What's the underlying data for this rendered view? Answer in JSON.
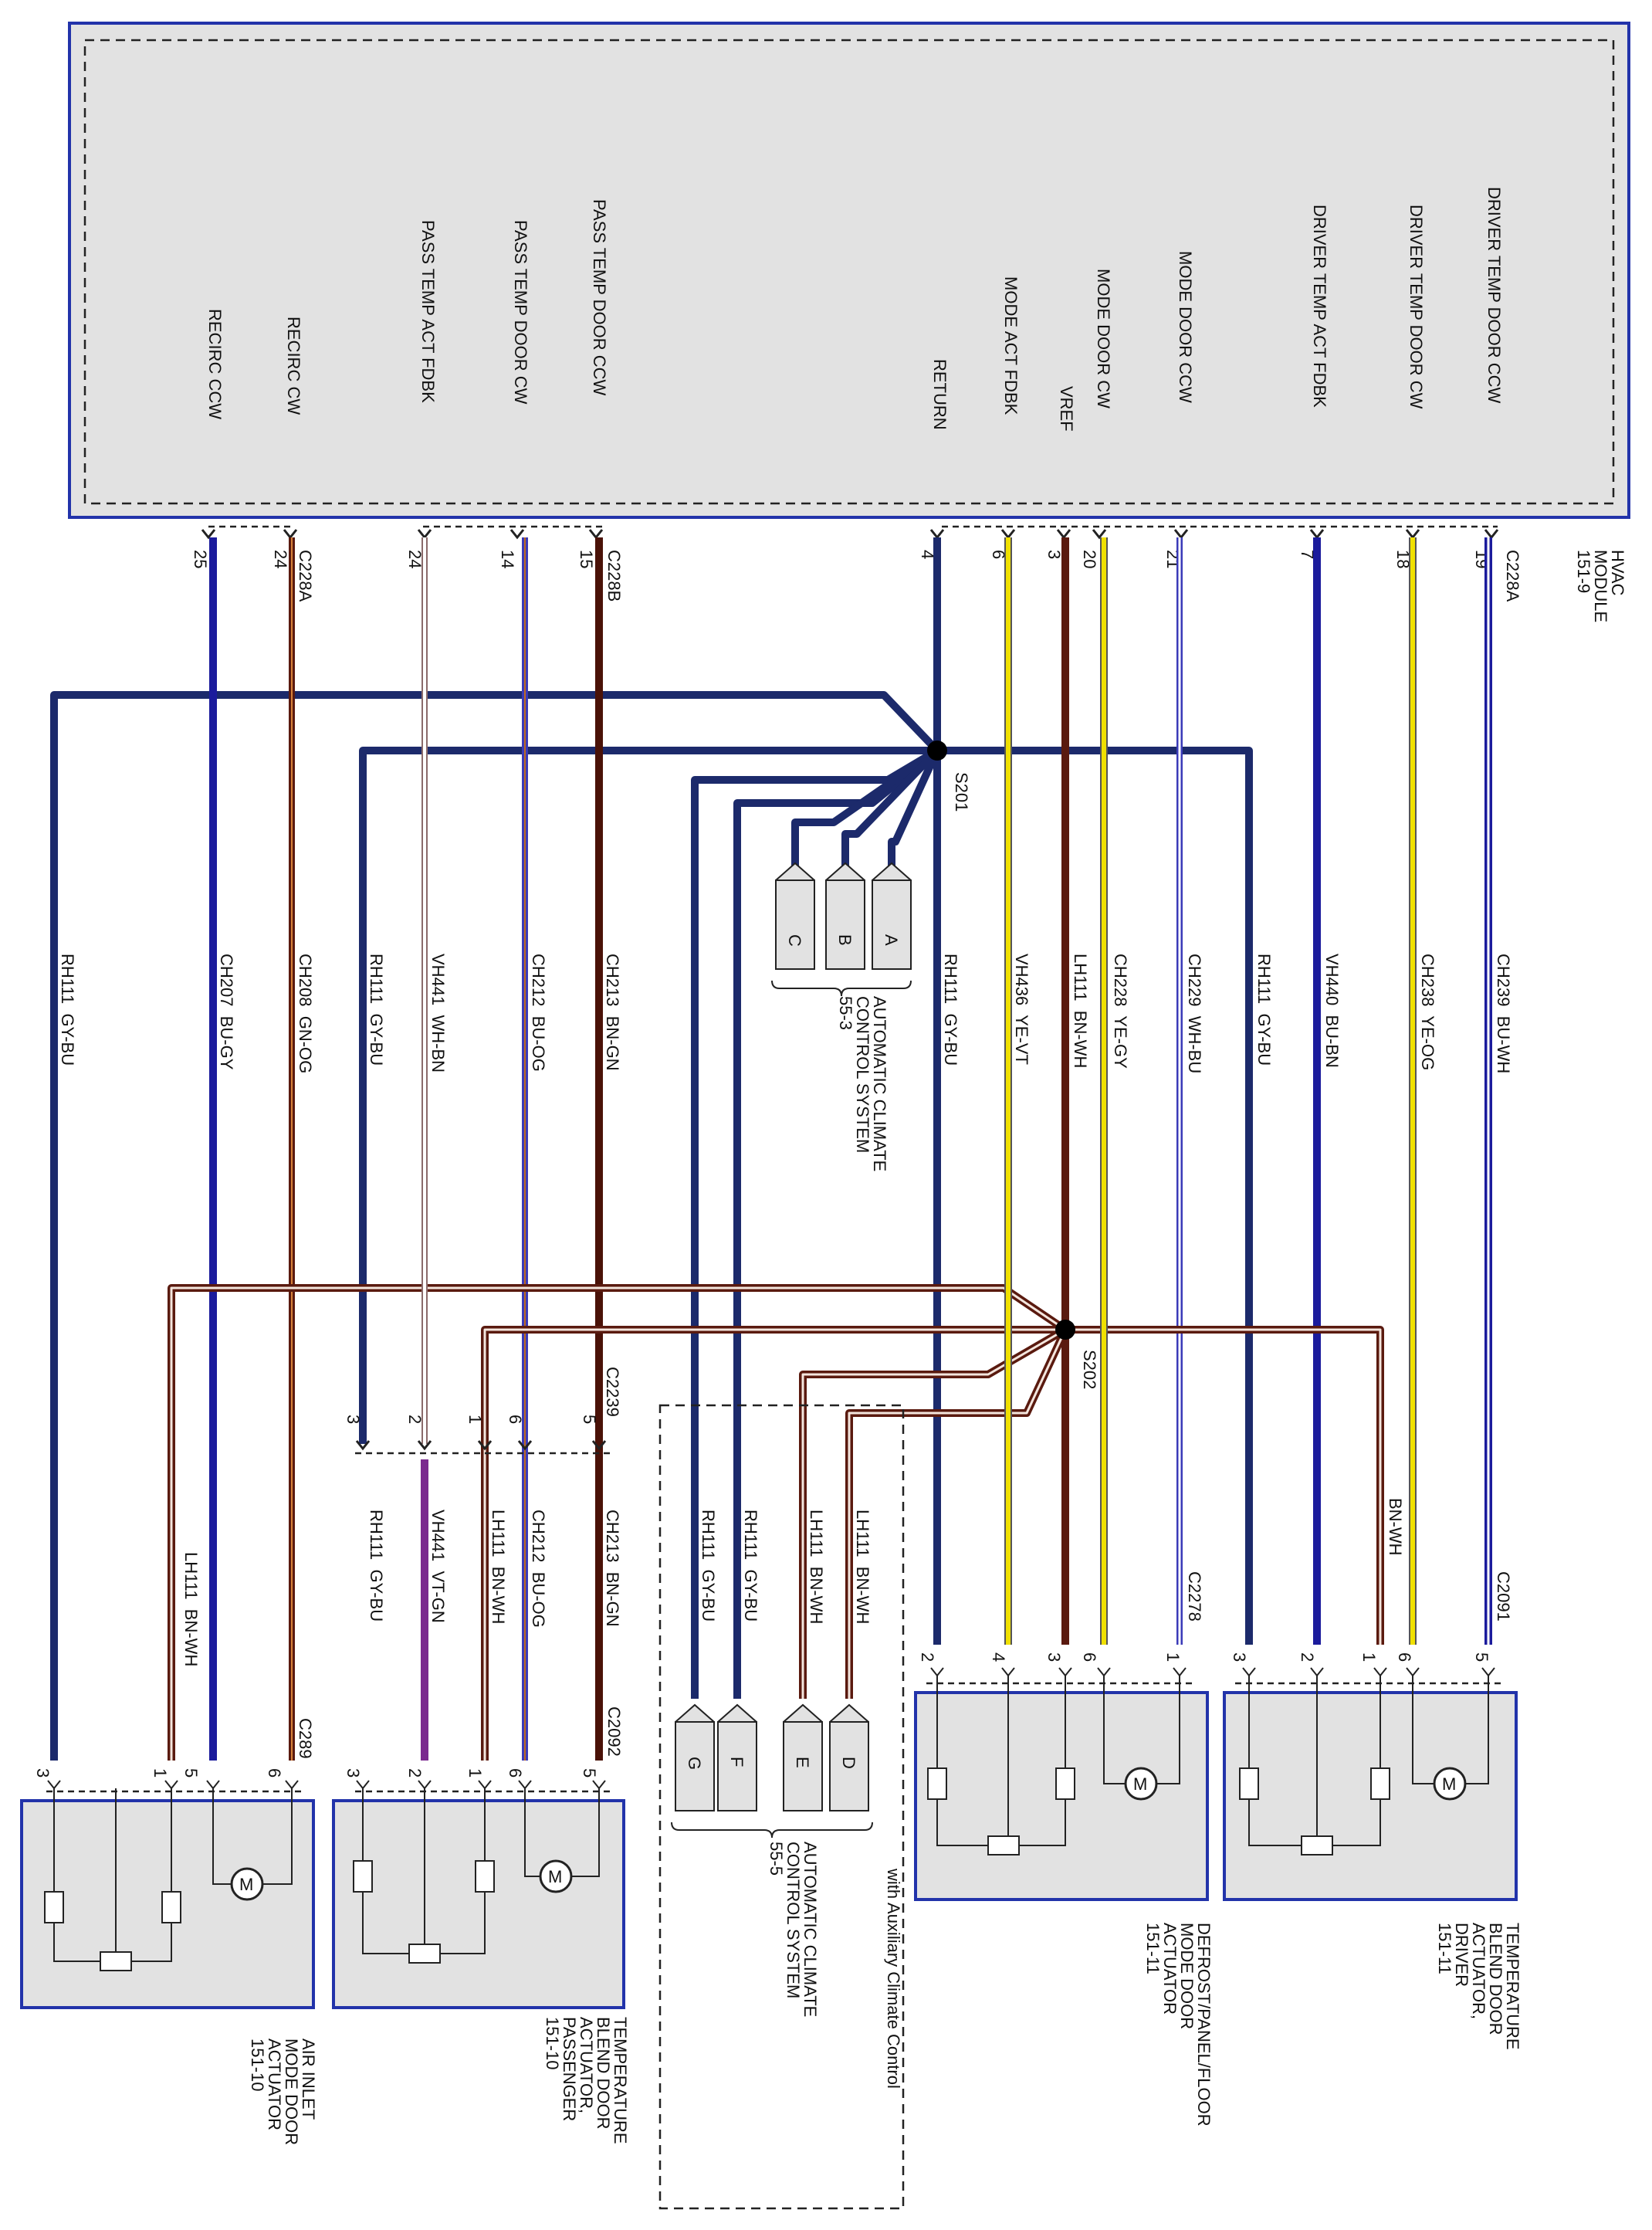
{
  "module": {
    "name_line1": "HVAC",
    "name_line2": "MODULE",
    "ref": "151-9",
    "signals": [
      "RECIRC CCW",
      "RECIRC CW",
      "PASS TEMP ACT FDBK",
      "PASS TEMP DOOR CW",
      "PASS TEMP DOOR CCW",
      "RETURN",
      "MODE ACT FDBK",
      "VREF",
      "MODE DOOR CW",
      "MODE DOOR CCW",
      "DRIVER TEMP ACT FDBK",
      "DRIVER TEMP DOOR CW",
      "DRIVER TEMP DOOR CCW"
    ]
  },
  "connectors": {
    "c228a": "C228A",
    "c228b": "C228B",
    "c2239": "C2239",
    "c289": "C289",
    "c2092": "C2092",
    "c2278": "C2278",
    "c2091": "C2091"
  },
  "module_pins": [
    "25",
    "24",
    "24",
    "14",
    "15",
    "4",
    "6",
    "3",
    "20",
    "21",
    "7",
    "18",
    "19"
  ],
  "splices": {
    "s201": "S201",
    "s202": "S202"
  },
  "wires_top": [
    "RH111  GY-BU",
    "CH207  BU-GY",
    "CH208  GN-OG",
    "RH111  GY-BU",
    "VH441  WH-BN",
    "CH212  BU-OG",
    "CH213  BN-GN",
    "RH111  GY-BU",
    "VH436  YE-VT",
    "LH111  BN-WH",
    "CH228  YE-GY",
    "CH229  WH-BU",
    "RH111  GY-BU",
    "VH440  BU-BN",
    "CH238  YE-OG",
    "CH239  BU-WH"
  ],
  "wires_bottom": [
    "LH111  BN-WH",
    "RH111  GY-BU",
    "VH441  VT-GN",
    "LH111  BN-WH",
    "CH212  BU-OG",
    "CH213  BN-GN",
    "RH111  GY-BU",
    "RH111  GY-BU",
    "LH111  BN-WH",
    "LH111  BN-WH",
    "BN-WH"
  ],
  "c2239_pins": [
    "3",
    "2",
    "1",
    "6",
    "5"
  ],
  "ground_blocks_a": [
    "A",
    "B",
    "C"
  ],
  "ground_blocks_b": [
    "G",
    "F",
    "E",
    "D"
  ],
  "system_a": {
    "line1": "AUTOMATIC CLIMATE",
    "line2": "CONTROL SYSTEM",
    "ref": "55-3"
  },
  "system_b": {
    "line1": "AUTOMATIC CLIMATE",
    "line2": "CONTROL SYSTEM",
    "ref": "55-5",
    "note": "with Auxiliary Climate Control"
  },
  "actuators": [
    {
      "pins": [
        "3",
        "1",
        "5",
        "6"
      ],
      "lines": [
        "AIR INLET",
        "MODE DOOR",
        "ACTUATOR",
        "151-10"
      ]
    },
    {
      "pins": [
        "3",
        "2",
        "1",
        "6",
        "5"
      ],
      "lines": [
        "TEMPERATURE",
        "BLEND DOOR",
        "ACTUATOR,",
        "PASSENGER",
        "151-10"
      ]
    },
    {
      "pins": [
        "2",
        "4",
        "3",
        "6",
        "1"
      ],
      "lines": [
        "DEFROST/PANEL/FLOOR",
        "MODE DOOR",
        "ACTUATOR",
        "151-11"
      ]
    },
    {
      "pins": [
        "3",
        "2",
        "1",
        "6",
        "5"
      ],
      "lines": [
        "TEMPERATURE",
        "BLEND DOOR",
        "ACTUATOR,",
        "DRIVER",
        "151-11"
      ]
    }
  ],
  "colors": {
    "blue": "#1b1b9c",
    "navy": "#1c2a6b",
    "brown": "#5a1a0f",
    "yellow": "#f0e000",
    "violet": "#7b2a8f",
    "box_fill": "#e2e2e2",
    "box_border": "#2233aa"
  }
}
